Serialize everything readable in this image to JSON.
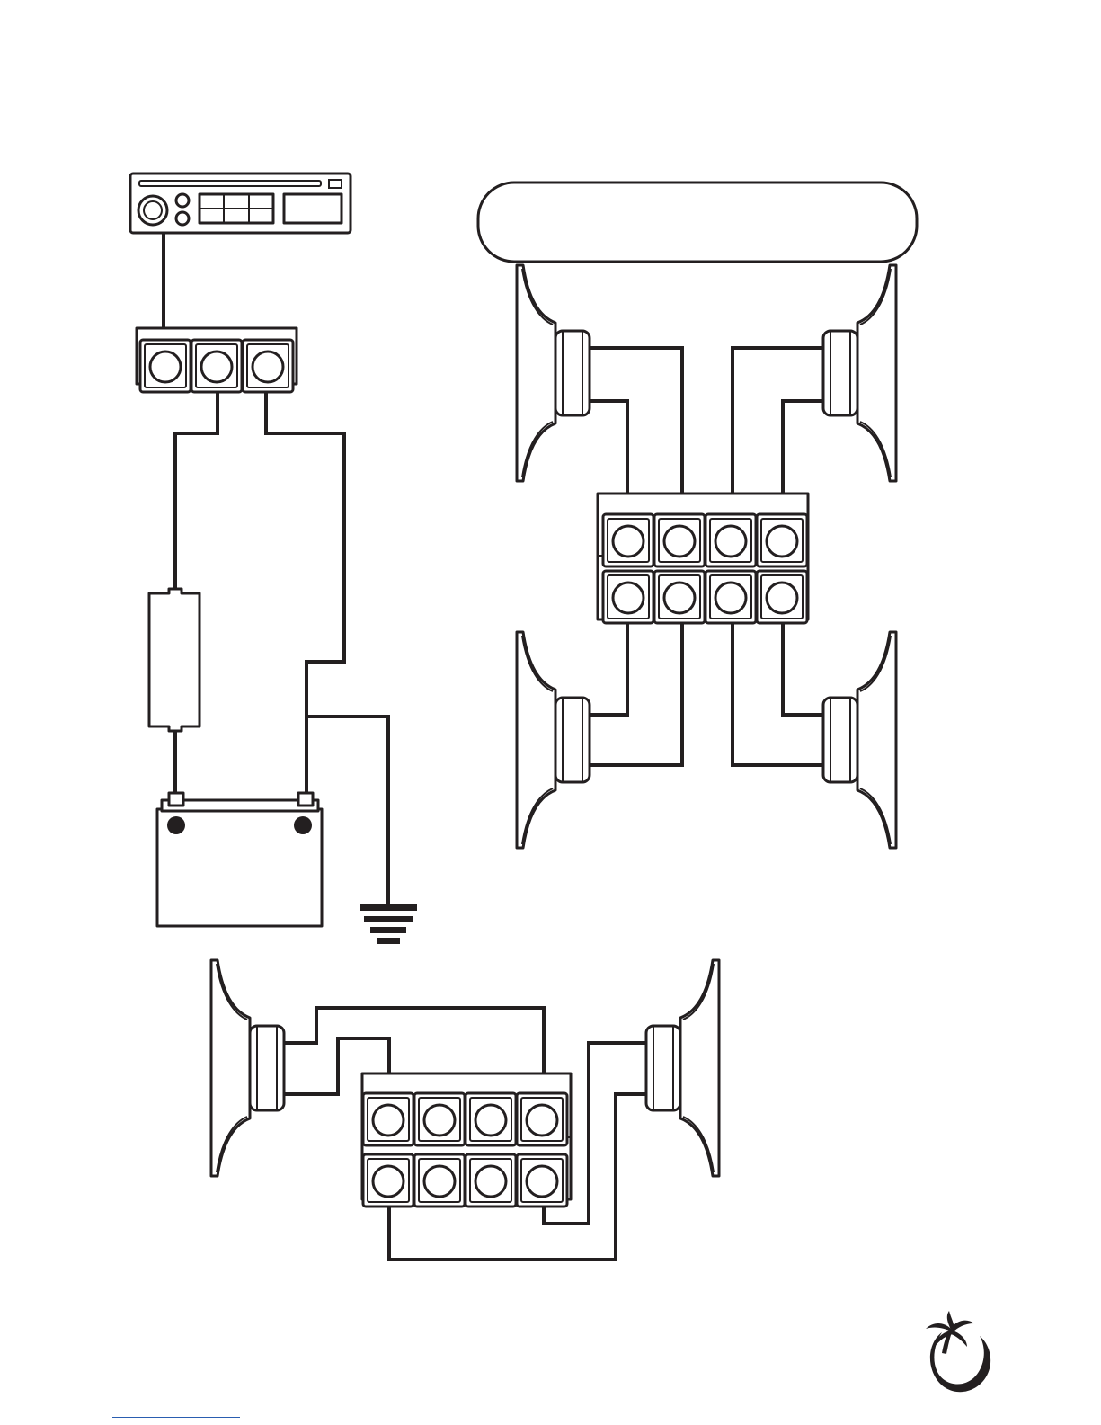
{
  "diagram": {
    "components": [
      {
        "id": "head-unit",
        "icon": "car-stereo-icon"
      },
      {
        "id": "amplifier-3-terminal",
        "terminals": 3
      },
      {
        "id": "inline-fuse"
      },
      {
        "id": "battery",
        "terminals": 2
      },
      {
        "id": "chassis-ground",
        "icon": "ground-icon"
      },
      {
        "id": "label-box",
        "text": ""
      },
      {
        "id": "speaker-front-left"
      },
      {
        "id": "speaker-front-right"
      },
      {
        "id": "speaker-rear-left"
      },
      {
        "id": "speaker-rear-right"
      },
      {
        "id": "amplifier-8-terminal-four-speaker",
        "terminals": 8
      },
      {
        "id": "speaker-bridged-left"
      },
      {
        "id": "speaker-bridged-right"
      },
      {
        "id": "amplifier-8-terminal-bridged",
        "terminals": 8
      },
      {
        "id": "brand-logo",
        "icon": "palm-tree-logo-icon"
      }
    ],
    "connections": [
      {
        "from": "head-unit",
        "to": "amplifier-3-terminal"
      },
      {
        "from": "amplifier-3-terminal",
        "to": "inline-fuse"
      },
      {
        "from": "inline-fuse",
        "to": "battery"
      },
      {
        "from": "amplifier-3-terminal",
        "to": "battery"
      },
      {
        "from": "battery",
        "to": "chassis-ground"
      },
      {
        "from": "speaker-front-left",
        "to": "amplifier-8-terminal-four-speaker"
      },
      {
        "from": "speaker-front-right",
        "to": "amplifier-8-terminal-four-speaker"
      },
      {
        "from": "speaker-rear-left",
        "to": "amplifier-8-terminal-four-speaker"
      },
      {
        "from": "speaker-rear-right",
        "to": "amplifier-8-terminal-four-speaker"
      },
      {
        "from": "speaker-bridged-left",
        "to": "amplifier-8-terminal-bridged"
      },
      {
        "from": "speaker-bridged-right",
        "to": "amplifier-8-terminal-bridged"
      }
    ],
    "colors": {
      "line": "#231f20",
      "background": "#ffffff"
    }
  }
}
